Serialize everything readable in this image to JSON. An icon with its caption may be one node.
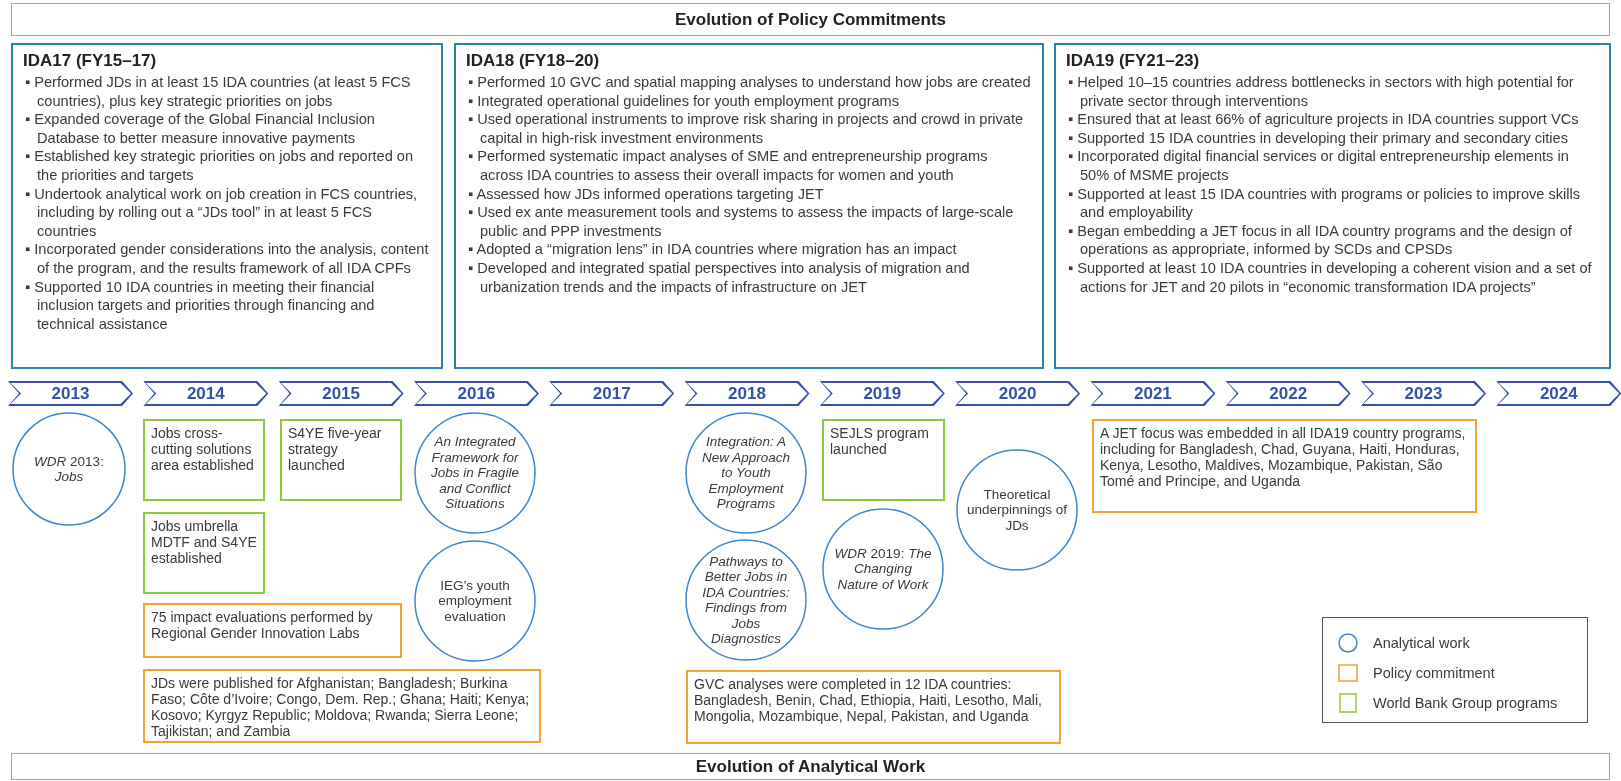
{
  "diagram": {
    "nodes": [
      {
        "text": [
          "Evolution of Policy Commitments"
        ]
      },
      {
        "text": [
          "IDA17 (FY15–17)",
          "▪ Performed JDs in at least 15 IDA countries (at least 5 FCS countries), plus key strategic priorities on jobs",
          "▪ Expanded coverage of the Global Financial Inclusion Database to better measure innovative payments",
          "▪ Established key strategic priorities on jobs and reported on the priorities and targets",
          "▪ Undertook analytical work on job creation in FCS countries, including by rolling out a “JDs tool” in at least 5 FCS countries",
          "▪ Incorporated gender considerations into the analysis, content of the program, and the results framework of all IDA CPFs",
          "▪ Supported 10 IDA countries in meeting their financial inclusion targets and priorities through financing and technical assistance"
        ]
      },
      {
        "text": [
          "IDA18 (FY18–20)",
          "▪ Performed 10 GVC and spatial mapping analyses to understand how jobs are created",
          "▪ Integrated operational guidelines for youth employment programs",
          "▪ Used operational instruments to improve risk sharing in projects and crowd in private capital in high-risk investment environments",
          "▪ Performed systematic impact analyses of SME and entrepreneurship programs across IDA countries to assess their overall impacts for women and youth",
          "▪ Assessed how JDs informed operations targeting JET",
          "▪ Used ex ante measurement tools and systems to assess the impacts of large-scale public and PPP investments",
          "▪ Adopted a “migration lens” in IDA countries where migration has an impact",
          "▪ Developed and integrated spatial perspectives into analysis of migration and urbanization trends and the impacts of infrastructure on JET"
        ]
      },
      {
        "text": [
          "IDA19 (FY21–23)",
          "▪ Helped 10–15 countries address bottlenecks in sectors with high potential for private sector through interventions",
          "▪ Ensured that at least 66% of agriculture projects in IDA countries support VCs",
          "▪ Supported 15 IDA countries in developing their primary and secondary cities",
          "▪ Incorporated digital financial services or digital entrepreneurship elements in 50% of MSME projects",
          "▪ Supported at least 15 IDA countries with programs or policies to improve skills and employability",
          "▪ Began embedding a JET focus in all IDA country programs and the design of operations as appropriate, informed by SCDs and CPSDs",
          "▪ Supported at least 10 IDA countries in developing a coherent vision and a set of actions for JET and 20 pilots in “economic transformation IDA projects”"
        ]
      },
      {
        "text": [
          "2013"
        ]
      },
      {
        "text": [
          "2014"
        ]
      },
      {
        "text": [
          "2015"
        ]
      },
      {
        "text": [
          "2016"
        ]
      },
      {
        "text": [
          "2017"
        ]
      },
      {
        "text": [
          "2018"
        ]
      },
      {
        "text": [
          "2019"
        ]
      },
      {
        "text": [
          "2020"
        ]
      },
      {
        "text": [
          "2021"
        ]
      },
      {
        "text": [
          "2022"
        ]
      },
      {
        "text": [
          "2023"
        ]
      },
      {
        "text": [
          "2024"
        ]
      },
      {
        "text": [
          "*WDR* 2013: *Jobs*"
        ]
      },
      {
        "text": [
          "Jobs cross-cutting solutions area established"
        ]
      },
      {
        "text": [
          "Jobs umbrella MDTF and S4YE established"
        ]
      },
      {
        "text": [
          "75 impact evaluations performed by Regional Gender Innovation Labs"
        ]
      },
      {
        "text": [
          "JDs were published for Afghanistan; Bangladesh; Burkina Faso; Côte d’Ivoire; Congo, Dem. Rep.; Ghana; Haiti; Kenya; Kosovo; Kyrgyz Republic; Moldova; Rwanda; Sierra Leone; Tajikistan; and Zambia"
        ]
      },
      {
        "text": [
          "S4YE five-year strategy launched"
        ]
      },
      {
        "text": [
          "An Integrated Framework for Jobs in Fragile and Conflict Situations"
        ]
      },
      {
        "text": [
          "IEG’s youth employment evaluation"
        ]
      },
      {
        "text": [
          "Integration: A New Approach to Youth Employment Programs"
        ]
      },
      {
        "text": [
          "Pathways to Better Jobs in IDA Countries: Findings from Jobs Diagnostics"
        ]
      },
      {
        "text": [
          "GVC analyses were completed in 12 IDA countries: Bangladesh, Benin, Chad, Ethiopia, Haiti, Lesotho, Mali, Mongolia, Mozambique, Nepal, Pakistan, and Uganda"
        ]
      },
      {
        "text": [
          "SEJLS program launched"
        ]
      },
      {
        "text": [
          "*WDR* 2019: *The Changing Nature of Work*"
        ]
      },
      {
        "text": [
          "Theoretical underpinnings of JDs"
        ]
      },
      {
        "text": [
          "A JET focus was embedded in all IDA19 country programs, including for Bangladesh, Chad, Guyana, Haiti, Honduras, Kenya, Lesotho, Maldives, Mozambique, Pakistan, São Tomé and Principe, and Uganda"
        ]
      },
      {
        "text": [
          "Evolution of Analytical Work"
        ]
      }
    ],
    "legend": [
      {
        "text": "Analytical work"
      },
      {
        "text": "Policy commitment"
      },
      {
        "text": "World Bank Group programs"
      }
    ]
  }
}
